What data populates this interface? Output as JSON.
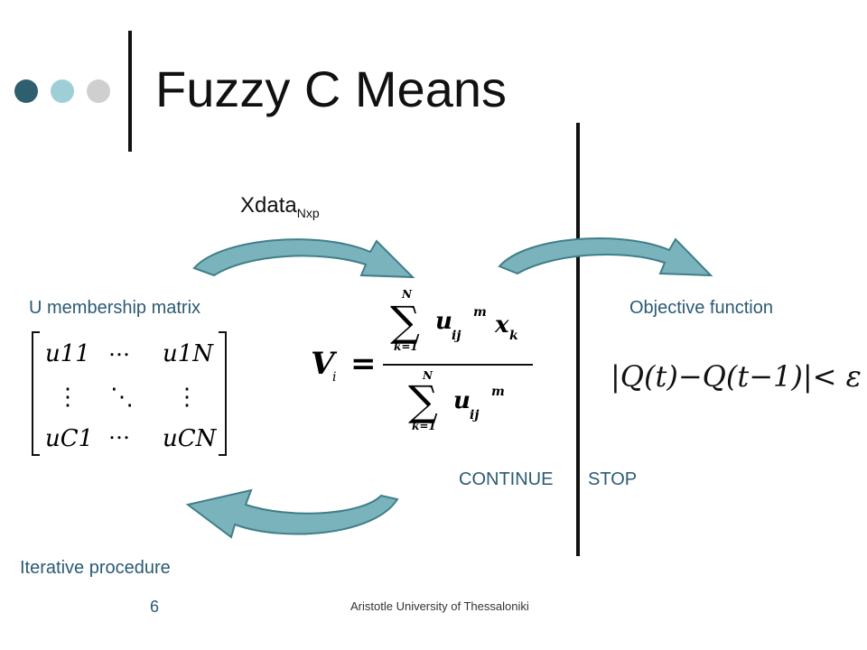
{
  "slide": {
    "title": "Fuzzy C Means",
    "input_label": "Xdata",
    "input_subscript": "Nxp",
    "u_label": "U membership matrix",
    "objective_label": "Objective function",
    "continue_label": "CONTINUE",
    "stop_label": "STOP",
    "iterative_label": "Iterative procedure",
    "page_number": "6",
    "footer": "Aristotle University of Thessaloniki"
  },
  "matrix": {
    "cells": [
      [
        "u11",
        "…",
        "u1N"
      ],
      [
        "⋮",
        "⋱",
        "⋮"
      ],
      [
        "uC1",
        "…",
        "uCN"
      ]
    ]
  },
  "formula": {
    "lhs_var": "V",
    "lhs_sub": "i",
    "equals": "=",
    "sum_top": "N",
    "sum_bottom": "k=1",
    "num_term": "u",
    "num_sub": "ij",
    "num_sup": "m",
    "num_x": "x",
    "num_x_sub": "k",
    "den_term": "u",
    "den_sub": "ij",
    "den_sup": "m"
  },
  "stop_criterion": "|Q(t)−Q(t−1)|< ε",
  "colors": {
    "dot_dark": "#2e5f6e",
    "dot_light": "#9fcfd6",
    "dot_gray": "#cfcfcf",
    "arrow_fill": "#7ab3bc",
    "arrow_stroke": "#3f7f89",
    "label_blue": "#2b5b73"
  }
}
